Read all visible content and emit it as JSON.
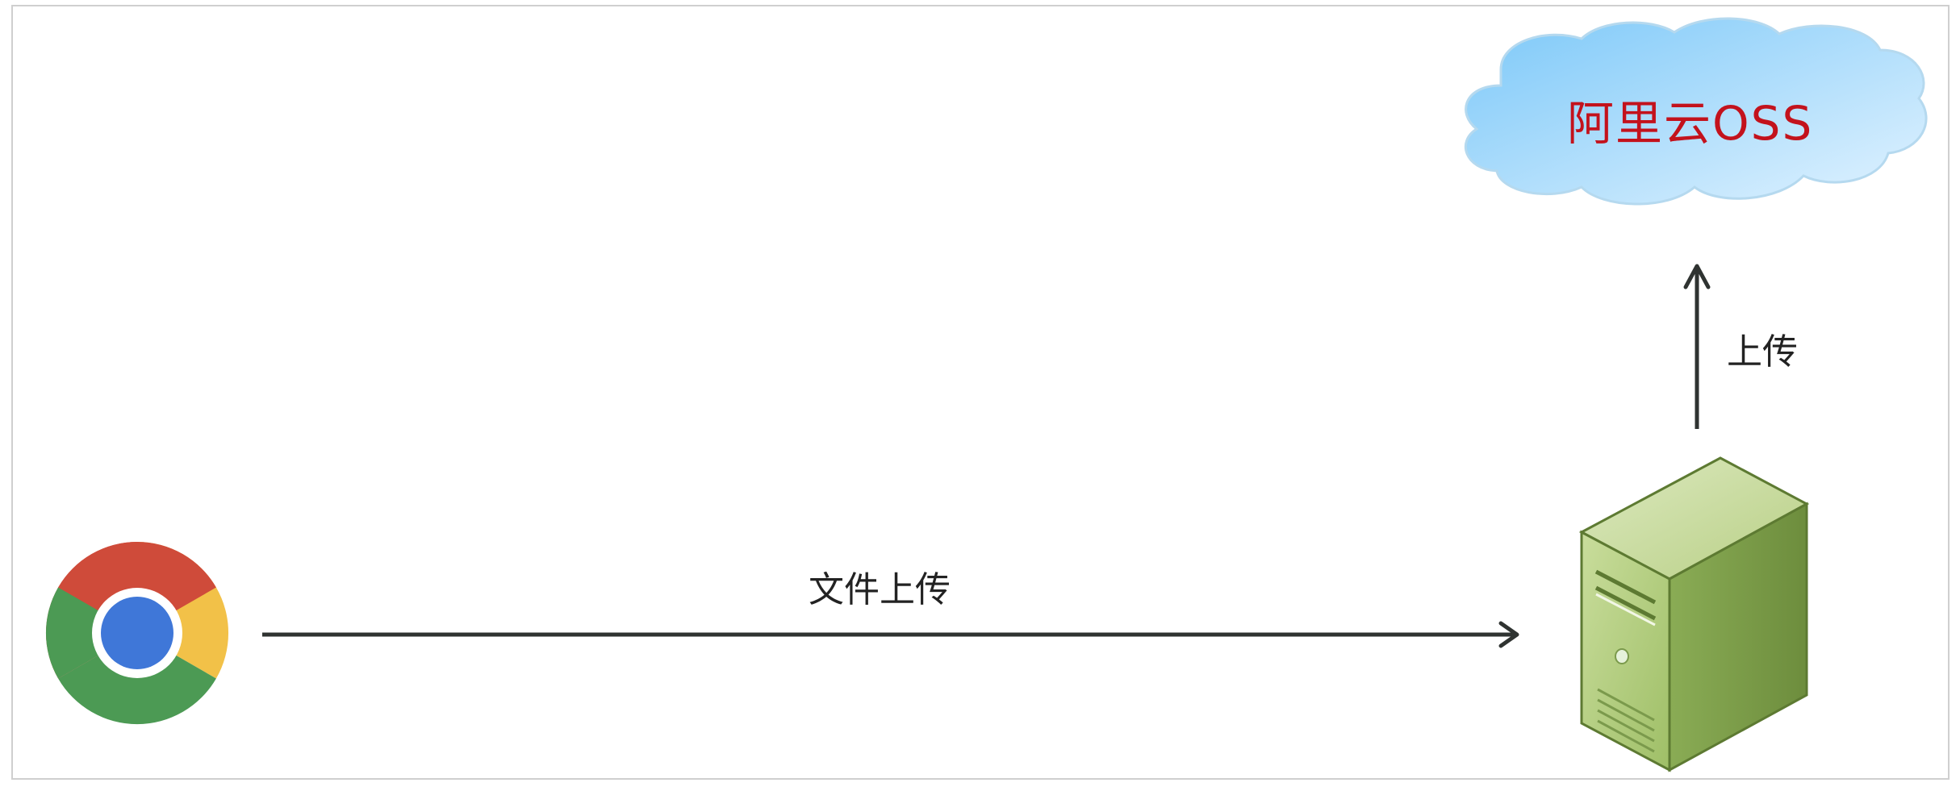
{
  "diagram": {
    "cloud": {
      "label": "阿里云OSS",
      "label_color": "#c3121c",
      "fill_top": "#8ed0fb",
      "fill_bottom": "#d7efff"
    },
    "browser": {
      "icon": "chrome-icon"
    },
    "server": {
      "icon": "server-icon",
      "color": "#8db05a"
    },
    "edges": {
      "upload_file": {
        "label": "文件上传",
        "from": "browser",
        "to": "server"
      },
      "upload_oss": {
        "label": "上传",
        "from": "server",
        "to": "cloud"
      }
    }
  }
}
